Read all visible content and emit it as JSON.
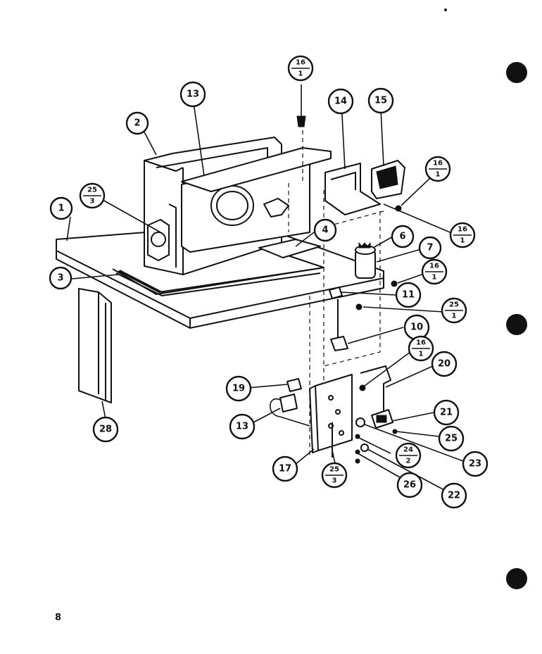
{
  "page_number": "8",
  "callouts": {
    "c1": "1",
    "c2": "2",
    "c3": "3",
    "c4": "4",
    "c6": "6",
    "c7": "7",
    "c10": "10",
    "c11": "11",
    "c13a": "13",
    "c13b": "13",
    "c14": "14",
    "c15": "15",
    "c17": "17",
    "c19": "19",
    "c20": "20",
    "c21": "21",
    "c22": "22",
    "c23": "23",
    "c25": "25",
    "c26": "26",
    "c28": "28"
  },
  "fraction_callouts": {
    "f16a": {
      "num": "16",
      "den": "1"
    },
    "f16b": {
      "num": "16",
      "den": "1"
    },
    "f16c": {
      "num": "16",
      "den": "1"
    },
    "f16d": {
      "num": "16",
      "den": "1"
    },
    "f16e": {
      "num": "16",
      "den": "1"
    },
    "f25a": {
      "num": "25",
      "den": "3"
    },
    "f25b": {
      "num": "25",
      "den": "1"
    },
    "f25c": {
      "num": "25",
      "den": "3"
    },
    "f24": {
      "num": "24",
      "den": "2"
    }
  }
}
